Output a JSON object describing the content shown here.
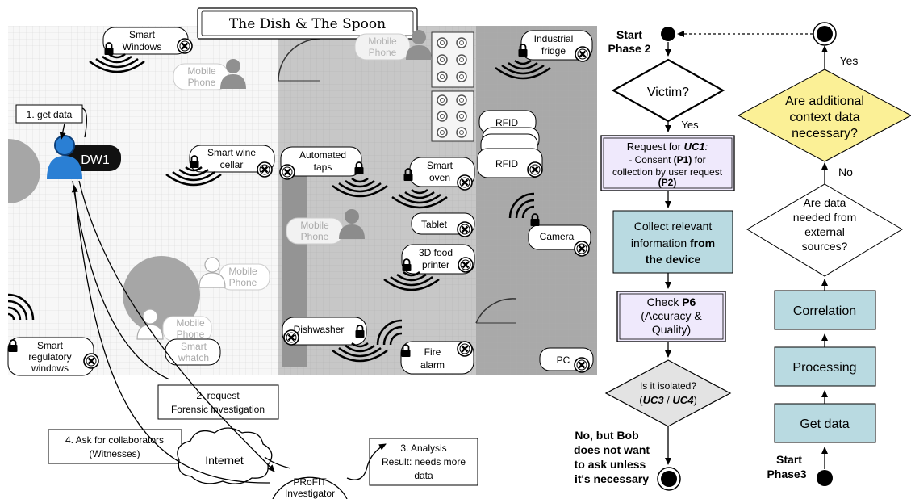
{
  "title": "The Dish & The Spoon",
  "devices": {
    "smart_windows": [
      "Smart",
      "Windows"
    ],
    "mobile_phone": [
      "Mobile",
      "Phone"
    ],
    "smart_wine_cellar": [
      "Smart wine",
      "cellar"
    ],
    "smart_regulatory_windows": [
      "Smart",
      "regulatory",
      "windows"
    ],
    "smart_whatch": [
      "Smart",
      "whatch"
    ],
    "automated_taps": [
      "Automated",
      "taps"
    ],
    "smart_oven": [
      "Smart",
      "oven"
    ],
    "tablet": "Tablet",
    "food_printer": [
      "3D food",
      "printer"
    ],
    "dishwasher": "Dishwasher",
    "fire_alarm": [
      "Fire",
      "alarm"
    ],
    "industrial_fridge": [
      "Industrial",
      "fridge"
    ],
    "rfid": "RFID",
    "camera": "Camera",
    "pc": "PC"
  },
  "dw1": "DW1",
  "steps": {
    "get_data": "1. get data",
    "request": [
      "2. request",
      "Forensic investigation"
    ],
    "analysis": [
      "3. Analysis",
      "Result: needs more",
      "data"
    ],
    "ask": [
      "4. Ask for collaborators",
      "(Witnesses)"
    ]
  },
  "internet": "Internet",
  "investigator": [
    "PRoFIT",
    "Investigator"
  ],
  "phase2": {
    "start": [
      "Start",
      "Phase 2"
    ],
    "victim": "Victim?",
    "yes": "Yes",
    "request": [
      "Request for",
      "UC1",
      ":",
      "- Consent ",
      "(P1)",
      " for",
      "collection by user request",
      "(P2)"
    ],
    "collect": [
      "Collect relevant",
      "information",
      "from",
      "the device"
    ],
    "check": [
      "Check ",
      "P6",
      "(Accuracy &",
      "Quality)"
    ],
    "isolated": [
      "Is it isolated?",
      "(",
      "UC3",
      " / ",
      "UC4",
      ")"
    ],
    "no_bob": [
      "No, but Bob",
      "does not want",
      "to ask unless",
      "it's necessary"
    ]
  },
  "phase3": {
    "start": [
      "Start",
      "Phase3"
    ],
    "get_data": "Get data",
    "processing": "Processing",
    "correlation": "Correlation",
    "external": [
      "Are data",
      "needed from",
      "external",
      "sources?"
    ],
    "no": "No",
    "additional": [
      "Are additional",
      "context data",
      "necessary?"
    ],
    "yes": "Yes"
  },
  "colors": {
    "blue_box": "#b9dae1",
    "lavender_box": "#efe9fc",
    "yellow_diamond": "#fbf096",
    "gray_diamond": "#e3e3e3",
    "floor_mid": "#c7c7c7",
    "floor_dark": "#a9a9a9"
  }
}
